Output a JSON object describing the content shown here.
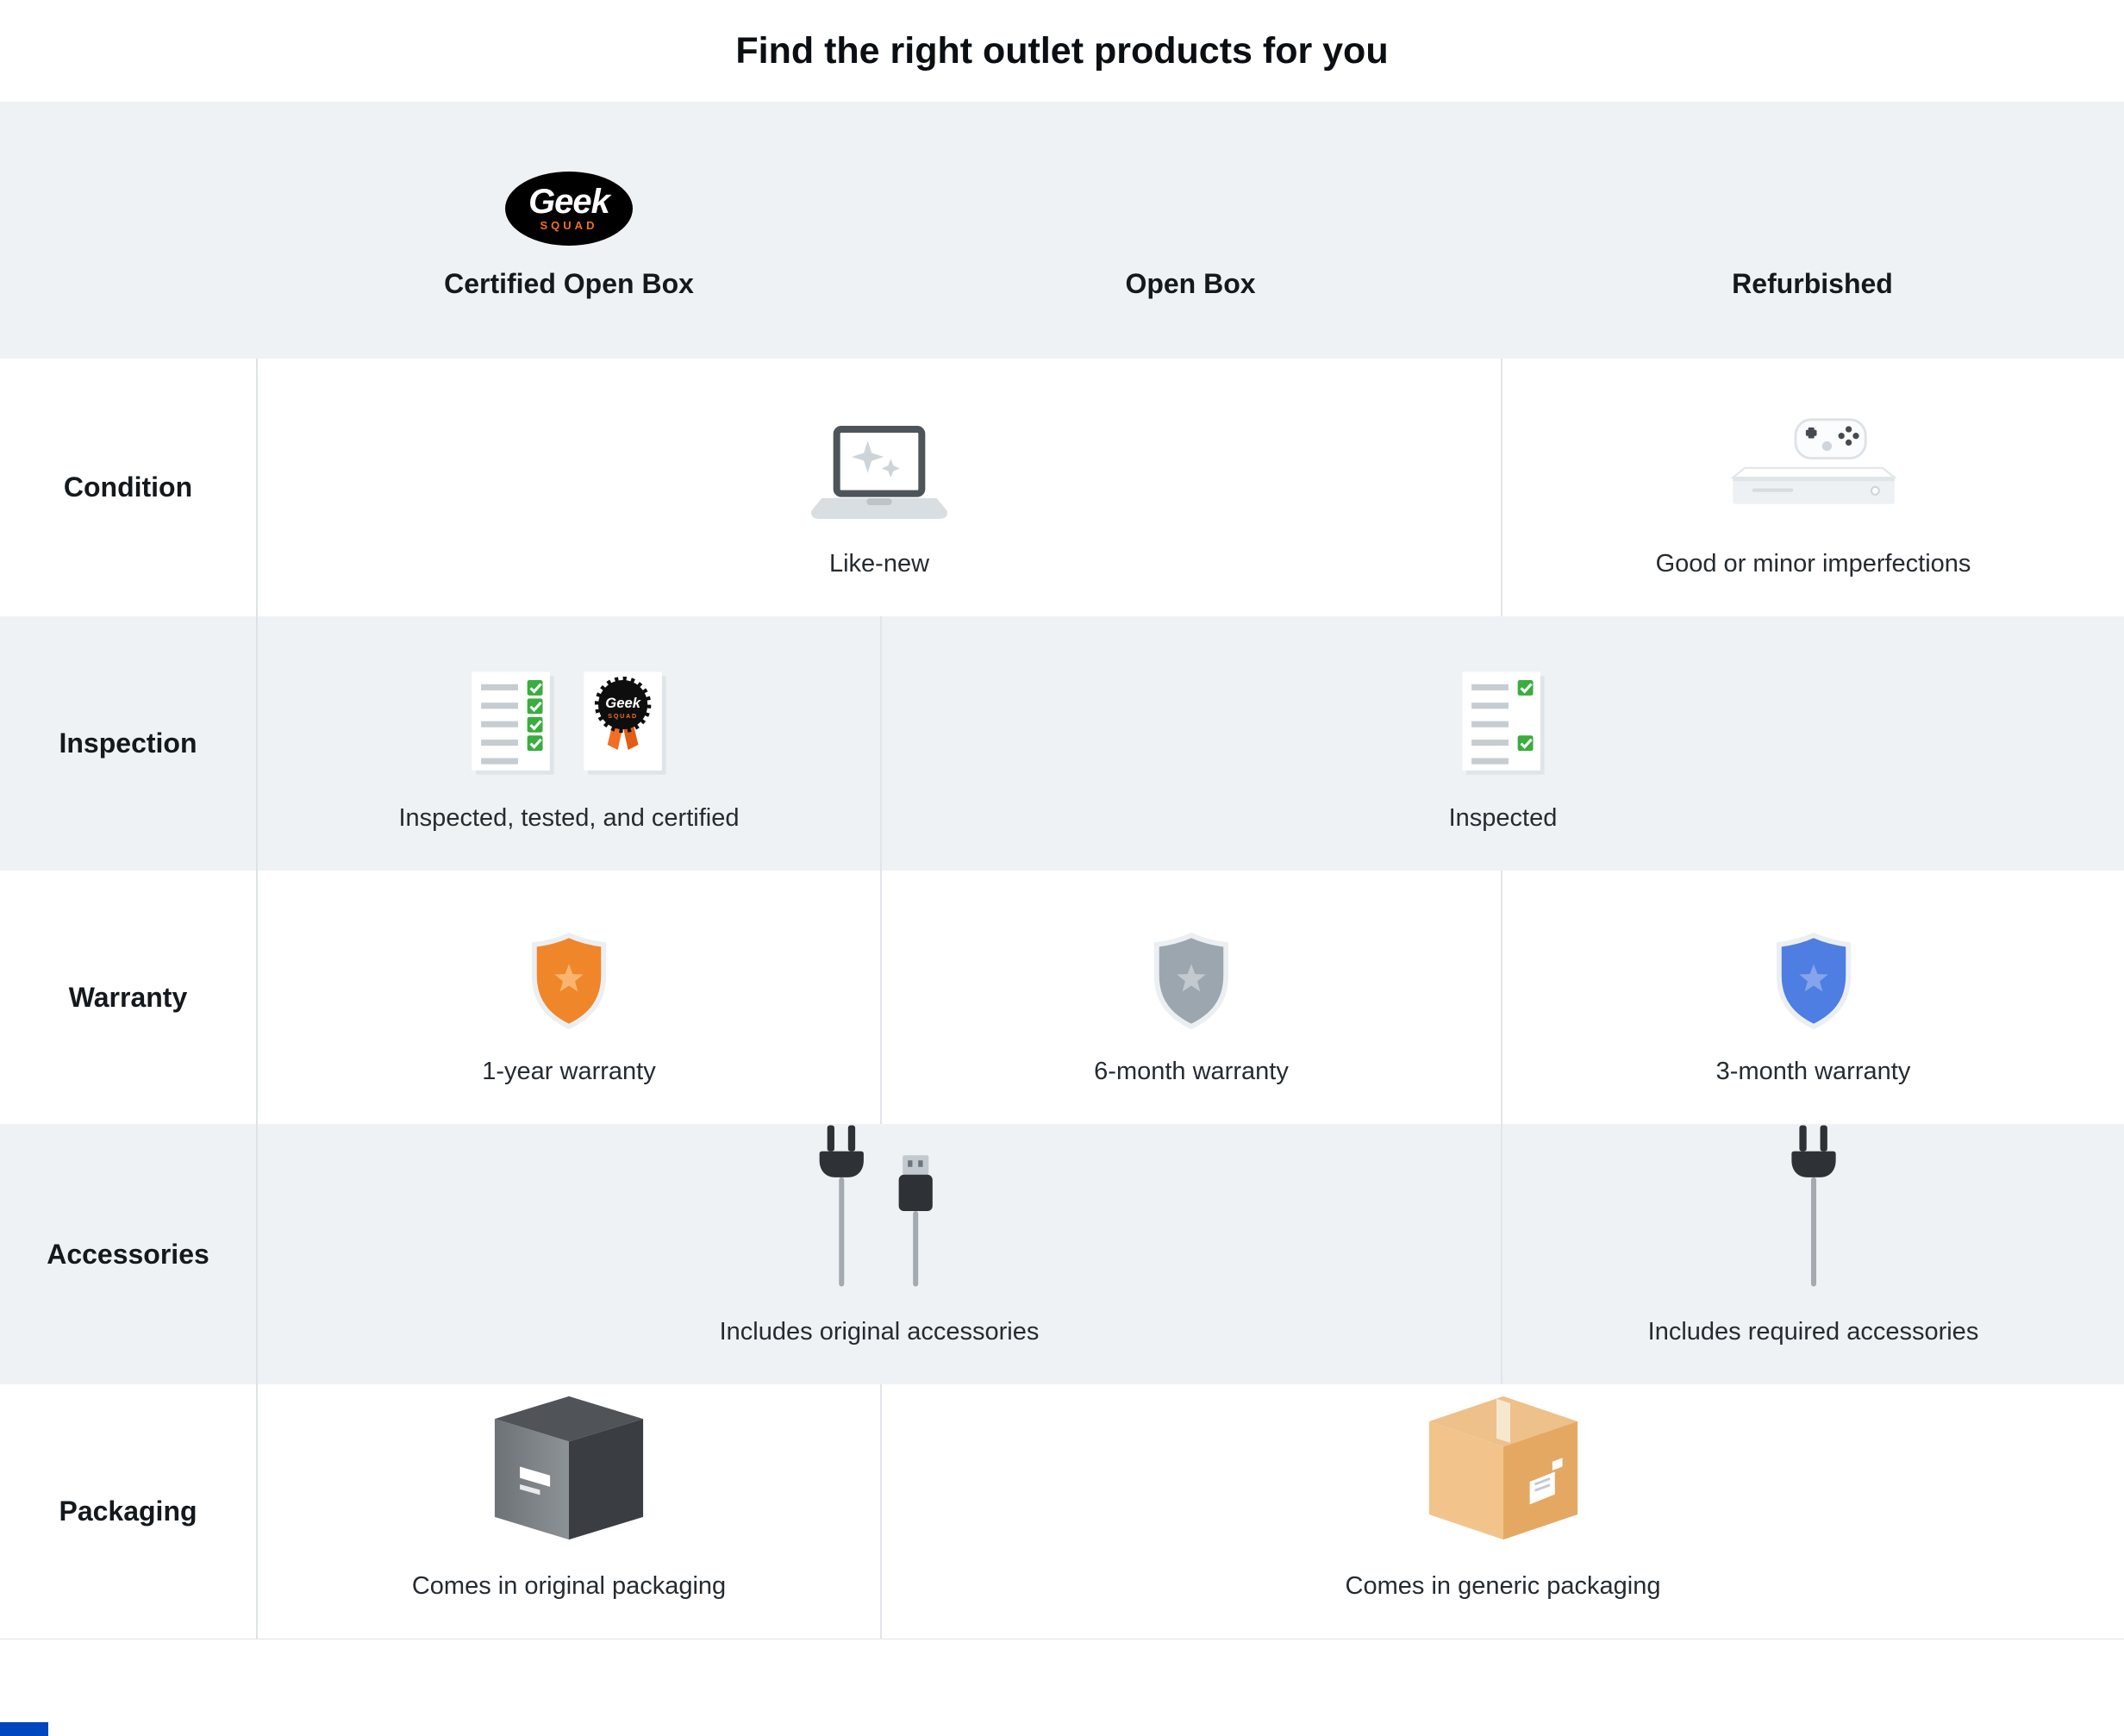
{
  "page": {
    "title": "Find the right outlet products for you"
  },
  "colors": {
    "band": "#eff2f5",
    "divider": "#e1e5e9",
    "geek_squad_orange": "#f26e23",
    "best_buy_blue": "#0046be",
    "shield_orange": "#f0862a",
    "shield_gray": "#9ba6af",
    "shield_blue": "#4e7ee1",
    "check_green": "#3aad3f"
  },
  "header": {
    "geek_squad_logo": {
      "line1": "Geek",
      "line2": "SQUAD"
    },
    "columns": [
      {
        "label": "Certified Open Box"
      },
      {
        "label": "Open Box"
      },
      {
        "label": "Refurbished"
      }
    ]
  },
  "rows": [
    {
      "label": "Condition",
      "cells": [
        {
          "icon": "sparkling-laptop-icon",
          "caption": "Like-new",
          "span": "certified+openbox"
        },
        {
          "icon": "game-console-icon",
          "caption": "Good or minor imperfections",
          "span": "refurbished"
        }
      ]
    },
    {
      "label": "Inspection",
      "cells": [
        {
          "icon": "checklist-and-geek-squad-badge-icon",
          "caption": "Inspected, tested, and certified",
          "span": "certified"
        },
        {
          "icon": "checklist-icon",
          "caption": "Inspected",
          "span": "openbox+refurbished"
        }
      ]
    },
    {
      "label": "Warranty",
      "cells": [
        {
          "icon": "orange-shield-icon",
          "caption": "1-year warranty",
          "span": "certified",
          "color": "#f0862a"
        },
        {
          "icon": "gray-shield-icon",
          "caption": "6-month warranty",
          "span": "openbox",
          "color": "#9ba6af"
        },
        {
          "icon": "blue-shield-icon",
          "caption": "3-month warranty",
          "span": "refurbished",
          "color": "#4e7ee1"
        }
      ]
    },
    {
      "label": "Accessories",
      "cells": [
        {
          "icon": "power-plug-and-usb-cable-icon",
          "caption": "Includes original accessories",
          "span": "certified+openbox"
        },
        {
          "icon": "power-plug-icon",
          "caption": "Includes required accessories",
          "span": "refurbished"
        }
      ]
    },
    {
      "label": "Packaging",
      "cells": [
        {
          "icon": "original-box-icon",
          "caption": "Comes in original packaging",
          "span": "certified"
        },
        {
          "icon": "generic-box-icon",
          "caption": "Comes in generic packaging",
          "span": "openbox+refurbished"
        }
      ]
    }
  ]
}
